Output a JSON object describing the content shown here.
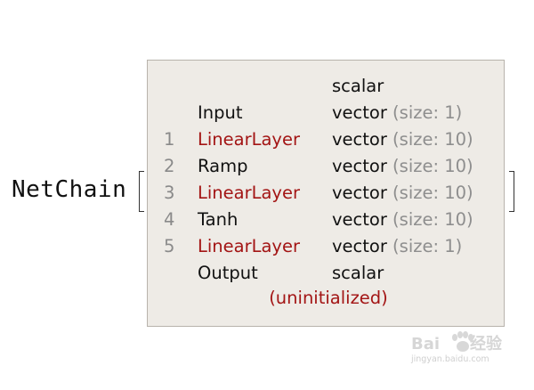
{
  "head": {
    "label": "NetChain"
  },
  "chain": {
    "input_shape": "scalar",
    "rows": [
      {
        "index": "",
        "layer": "Input",
        "red": false,
        "shape": "vector",
        "size": " (size: 1)"
      },
      {
        "index": "1",
        "layer": "LinearLayer",
        "red": true,
        "shape": "vector",
        "size": " (size: 10)"
      },
      {
        "index": "2",
        "layer": "Ramp",
        "red": false,
        "shape": "vector",
        "size": " (size: 10)"
      },
      {
        "index": "3",
        "layer": "LinearLayer",
        "red": true,
        "shape": "vector",
        "size": " (size: 10)"
      },
      {
        "index": "4",
        "layer": "Tanh",
        "red": false,
        "shape": "vector",
        "size": " (size: 10)"
      },
      {
        "index": "5",
        "layer": "LinearLayer",
        "red": true,
        "shape": "vector",
        "size": " (size: 1)"
      },
      {
        "index": "",
        "layer": "Output",
        "red": false,
        "shape": "scalar",
        "size": ""
      }
    ],
    "status": "(uninitialized)"
  },
  "watermark": {
    "brand_left": "Bai",
    "brand_right": "经验",
    "url": "jingyan.baidu.com"
  },
  "colors": {
    "panel_bg": "#eeebe6",
    "layer_red": "#a31515",
    "muted": "#8e8e8e"
  }
}
